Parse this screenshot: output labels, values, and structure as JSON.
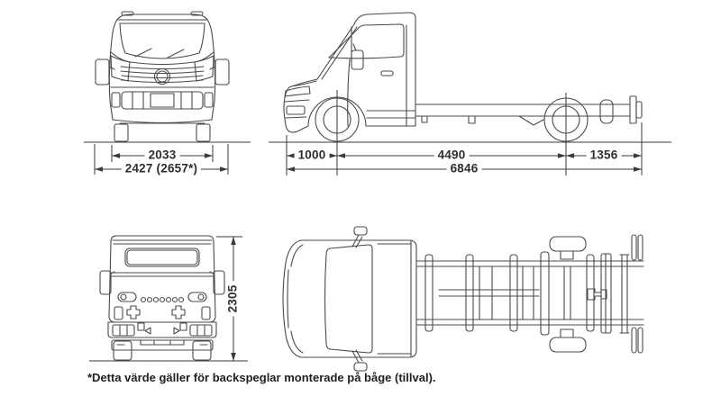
{
  "diagram": {
    "front_view": {
      "track_width": "2033",
      "overall_width": "2427 (2657*)"
    },
    "side_view": {
      "front_overhang": "1000",
      "wheelbase": "4490",
      "rear_overhang": "1356",
      "overall_length": "6846"
    },
    "rear_view": {
      "overall_height": "2305"
    },
    "footnote": "*Detta värde gäller för backspeglar monterade på båge (tillval)."
  },
  "colors": {
    "background": "#ffffff",
    "line_art": "#4a4a4a",
    "dimension_lines": "#3a3a3a",
    "text": "#2e2e2e"
  }
}
